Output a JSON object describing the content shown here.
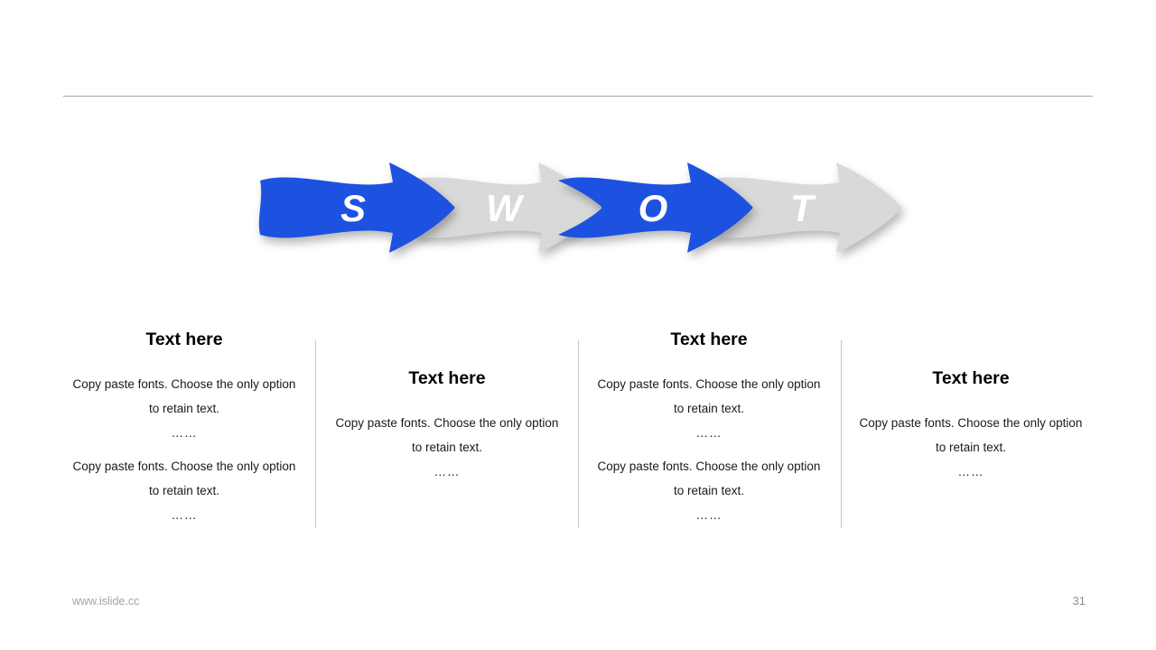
{
  "arrows": [
    {
      "letter": "S",
      "color": "#1d51e0"
    },
    {
      "letter": "W",
      "color": "#d9d9d9"
    },
    {
      "letter": "O",
      "color": "#1d51e0"
    },
    {
      "letter": "T",
      "color": "#d9d9d9"
    }
  ],
  "columns": [
    {
      "heading": "Text here",
      "paragraphs": [
        {
          "text": "Copy paste fonts. Choose the only option to retain text.",
          "ellipsis": "……"
        },
        {
          "text": "Copy paste fonts. Choose the only option to retain text.",
          "ellipsis": "……"
        }
      ]
    },
    {
      "heading": "Text here",
      "paragraphs": [
        {
          "text": "Copy paste fonts. Choose the only option to retain text.",
          "ellipsis": "……"
        }
      ]
    },
    {
      "heading": "Text here",
      "paragraphs": [
        {
          "text": "Copy paste fonts. Choose the only option to retain text.",
          "ellipsis": "……"
        },
        {
          "text": "Copy paste fonts. Choose the only option to retain text.",
          "ellipsis": "……"
        }
      ]
    },
    {
      "heading": "Text here",
      "paragraphs": [
        {
          "text": "Copy paste fonts. Choose the only option to retain text.",
          "ellipsis": "……"
        }
      ]
    }
  ],
  "footer": {
    "website": "www.islide.cc",
    "page_number": "31"
  },
  "colors": {
    "accent_blue": "#1d51e0",
    "arrow_gray": "#d9d9d9",
    "rule_gray": "#a6a6a6"
  }
}
